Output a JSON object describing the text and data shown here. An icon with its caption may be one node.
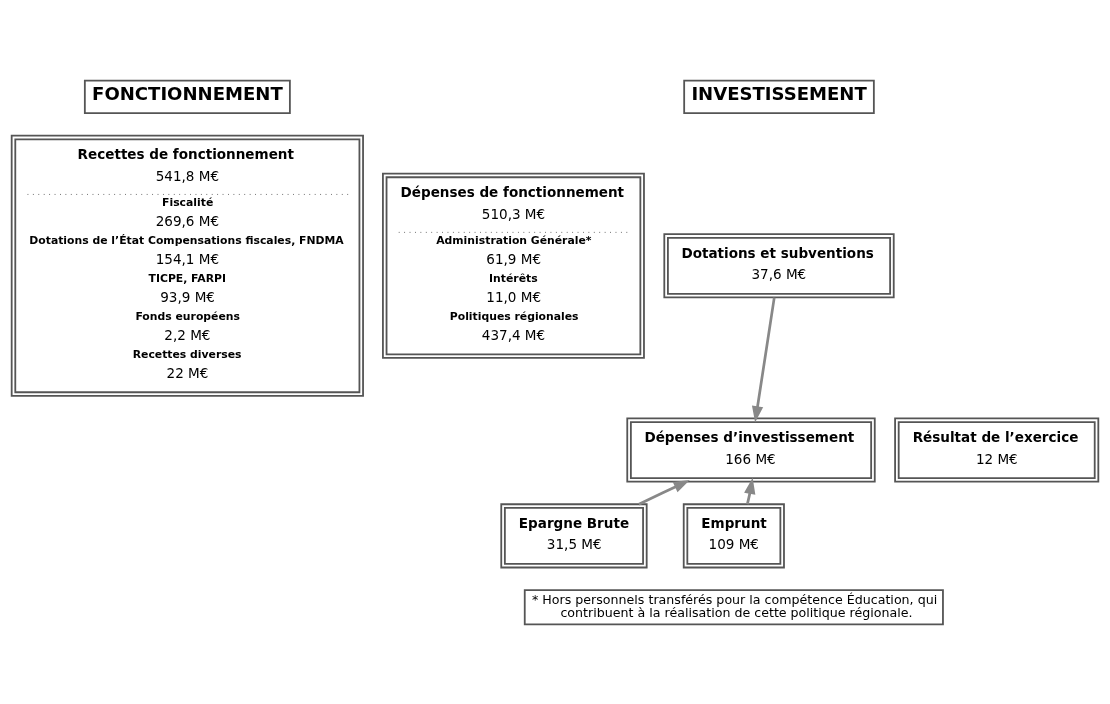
{
  "diagram": {
    "nodes": [
      {
        "text": [
          "Recettes de fonctionnement",
          "541,8 M€",
          "Fiscalité",
          "269,6 M€",
          "Dotations de l’État Compensations fiscales, FNDMA",
          "154,1 M€",
          "TICPE, FARPI",
          "93,9 M€",
          "Fonds européens",
          "2,2 M€",
          "Recettes diverses",
          "22 M€"
        ]
      },
      {
        "text": [
          "Dépenses de fonctionnement",
          "510,3 M€",
          "Administration Générale*",
          "61,9 M€",
          "Intérêts",
          "11,0 M€",
          "Politiques régionales",
          "437,4 M€"
        ]
      },
      {
        "text": [
          "Dotations et subventions",
          "37,6 M€"
        ]
      },
      {
        "text": [
          "Dépenses d’investissement",
          "166 M€"
        ]
      },
      {
        "text": [
          "Résultat de l’exercice",
          "12 M€"
        ]
      },
      {
        "text": [
          "Epargne Brute",
          "31,5 M€"
        ]
      },
      {
        "text": [
          "Emprunt",
          "109 M€"
        ]
      }
    ],
    "edges": [
      {
        "from": 2,
        "to": 3,
        "arrow": "to"
      },
      {
        "from": 5,
        "to": 3,
        "arrow": "to"
      },
      {
        "from": 6,
        "to": 3,
        "arrow": "to"
      }
    ],
    "labels": [
      "FONCTIONNEMENT",
      "INVESTISSEMENT",
      "* Hors personnels transférés pour la compétence Éducation, qui contribuent à la réalisation de cette politique régionale."
    ]
  }
}
